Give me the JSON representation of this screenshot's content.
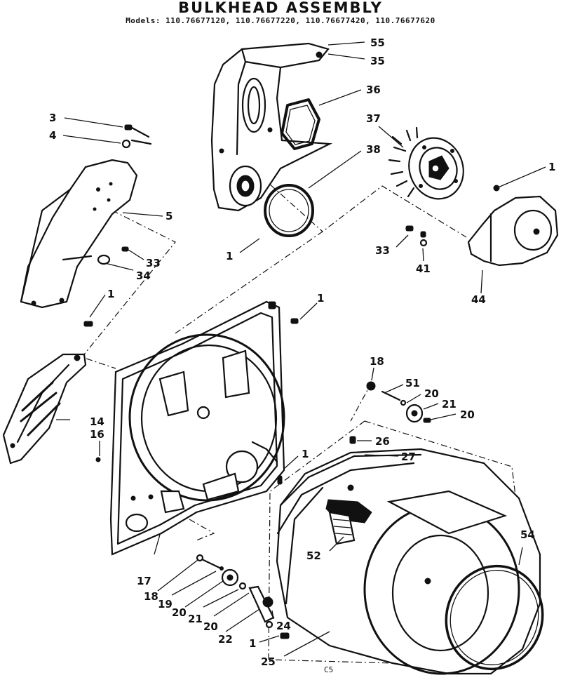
{
  "title": "BULKHEAD ASSEMBLY",
  "models_line": "Models: 110.76677120, 110.76677220, 110.76677420, 110.76677620",
  "diagram_code": "C5",
  "callouts": [
    {
      "id": "c-55",
      "text": "55"
    },
    {
      "id": "c-35",
      "text": "35"
    },
    {
      "id": "c-36",
      "text": "36"
    },
    {
      "id": "c-37",
      "text": "37"
    },
    {
      "id": "c-38",
      "text": "38"
    },
    {
      "id": "c-3",
      "text": "3"
    },
    {
      "id": "c-4",
      "text": "4"
    },
    {
      "id": "c-5",
      "text": "5"
    },
    {
      "id": "c-1-a",
      "text": "1"
    },
    {
      "id": "c-1-b",
      "text": "1"
    },
    {
      "id": "c-33-a",
      "text": "33"
    },
    {
      "id": "c-34",
      "text": "34"
    },
    {
      "id": "c-1-c",
      "text": "1"
    },
    {
      "id": "c-33-b",
      "text": "33"
    },
    {
      "id": "c-41",
      "text": "41"
    },
    {
      "id": "c-44",
      "text": "44"
    },
    {
      "id": "c-1-d",
      "text": "1"
    },
    {
      "id": "c-18-a",
      "text": "18"
    },
    {
      "id": "c-51",
      "text": "51"
    },
    {
      "id": "c-20-a",
      "text": "20"
    },
    {
      "id": "c-21-a",
      "text": "21"
    },
    {
      "id": "c-20-b",
      "text": "20"
    },
    {
      "id": "c-14",
      "text": "14"
    },
    {
      "id": "c-16",
      "text": "16"
    },
    {
      "id": "c-1-e",
      "text": "1"
    },
    {
      "id": "c-26",
      "text": "26"
    },
    {
      "id": "c-27",
      "text": "27"
    },
    {
      "id": "c-52",
      "text": "52"
    },
    {
      "id": "c-54",
      "text": "54"
    },
    {
      "id": "c-17",
      "text": "17"
    },
    {
      "id": "c-18-b",
      "text": "18"
    },
    {
      "id": "c-19",
      "text": "19"
    },
    {
      "id": "c-20-c",
      "text": "20"
    },
    {
      "id": "c-21-b",
      "text": "21"
    },
    {
      "id": "c-20-d",
      "text": "20"
    },
    {
      "id": "c-22",
      "text": "22"
    },
    {
      "id": "c-24",
      "text": "24"
    },
    {
      "id": "c-1-f",
      "text": "1"
    },
    {
      "id": "c-25",
      "text": "25"
    }
  ]
}
